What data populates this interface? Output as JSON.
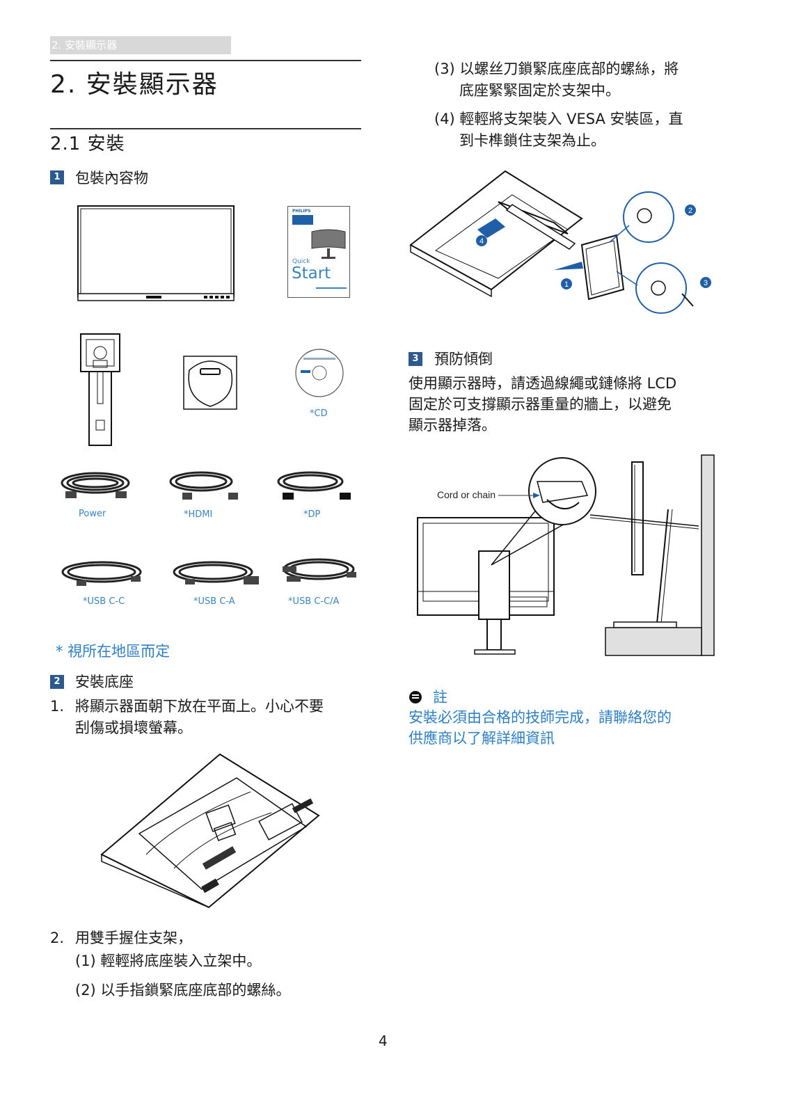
{
  "header": {
    "tab": "2. 安裝顯示器"
  },
  "chapter_title": "2.  安裝顯示器",
  "section_title": "2.1  安裝",
  "s1": {
    "badge": "1",
    "title": "包裝內容物"
  },
  "quick_start": {
    "brand": "PHILIPS",
    "quick": "Quick",
    "start": "Start"
  },
  "cd_label": "*CD",
  "cables": {
    "power": "Power",
    "hdmi": "*HDMI",
    "dp": "*DP",
    "usbcc": "*USB C-C",
    "usbca": "*USB C-A",
    "usbcca": "*USB C-C/A"
  },
  "region_note": "* 視所在地區而定",
  "s2": {
    "badge": "2",
    "title": "安裝底座",
    "step1_num": "1.",
    "step1_line1": "將顯示器面朝下放在平面上。小心不要",
    "step1_line2": "刮傷或損壞螢幕。",
    "step2_num": "2.",
    "step2": "用雙手握住支架，",
    "sub1": "(1) 輕輕將底座裝入立架中。",
    "sub2": "(2) 以手指鎖緊底座底部的螺絲。",
    "sub3_line1": "(3) 以螺丝刀鎖緊底座底部的螺絲，將",
    "sub3_line2": "底座緊緊固定於支架中。",
    "sub4_line1": "(4) 輕輕將支架裝入 VESA 安裝區，直",
    "sub4_line2": "到卡榫鎖住支架為止。"
  },
  "markers": {
    "m1": "1",
    "m2": "2",
    "m3": "3",
    "m4": "4"
  },
  "s3": {
    "badge": "3",
    "title": "預防傾倒",
    "line1": "使用顯示器時，請透過線繩或鏈條將 LCD",
    "line2": "固定於可支撐顯示器重量的牆上，以避免",
    "line3": "顯示器掉落。",
    "cord_label": "Cord or chain"
  },
  "note": {
    "title": "註",
    "line1": "安裝必須由合格的技師完成，請聯絡您的",
    "line2": "供應商以了解詳細資訊"
  },
  "page_number": "4",
  "colors": {
    "accent_blue": "#2d7fc5",
    "badge_blue": "#2d5a8e",
    "marker_blue": "#1f5fa8"
  }
}
